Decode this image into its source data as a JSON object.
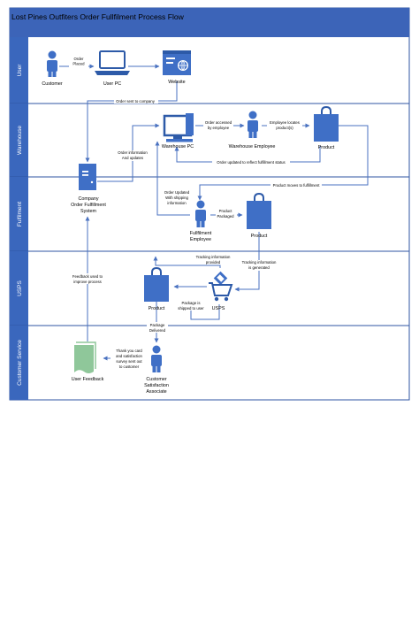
{
  "title": "Lost Pines Outfiters Order Fullfilment Process Flow",
  "lanes": [
    "User",
    "Warehouse",
    "Fulfilment",
    "USPS",
    "Customer Service"
  ],
  "nodes": {
    "customer": "Customer",
    "user_pc": "User PC",
    "website": "Website",
    "warehouse_pc": "Warehouse PC",
    "warehouse_employee": "Warehouse Employee",
    "product_warehouse": "Product",
    "system": [
      "Company",
      "Order Fulfillment",
      "System"
    ],
    "fulfillment_employee": [
      "Fullfilment",
      "Employee"
    ],
    "product_fulfillment": "Product",
    "product_usps": "Product",
    "usps": "USPS",
    "user_feedback": "User Feedback",
    "satisfaction_associate": [
      "Customer",
      "Satisfaction",
      "Associate"
    ]
  },
  "edge_labels": {
    "order_placed": [
      "Order",
      "Placed"
    ],
    "order_sent": "Order sent to company",
    "order_accessed": [
      "Order accessed",
      "by employee"
    ],
    "employee_locates": [
      "Employee locates",
      "product(s)"
    ],
    "order_info_updates": [
      "Order information",
      "And updates"
    ],
    "order_updated_status": "Order updated to reflect fulfillment status",
    "product_moves": "Product moves to fulfillment",
    "order_updated_shipping": [
      "Order Updated",
      "With shipping",
      "information"
    ],
    "product_packaged": [
      "Product",
      "Packaged"
    ],
    "tracking_provided": [
      "Tracking information",
      "provided"
    ],
    "tracking_generated": [
      "Tracking information",
      "is generated"
    ],
    "shipped_to_user": [
      "Package is",
      "shipped to user"
    ],
    "package_delivered": [
      "Package",
      "Delivered"
    ],
    "thank_you": [
      "Thank you card",
      "and satisfaction",
      "survey sent out",
      "to customer"
    ],
    "feedback_used": [
      "Feedback used to",
      "improve process"
    ]
  },
  "colors": {
    "lane_band": "#3a67bd",
    "lane_border": "#2f56a3",
    "title_bar": "#3c64b8",
    "icon": "#3f6fc6",
    "icon_dark": "#2d5aa8",
    "connector": "#4a72c0",
    "feedback_green": "#8fc79a"
  }
}
